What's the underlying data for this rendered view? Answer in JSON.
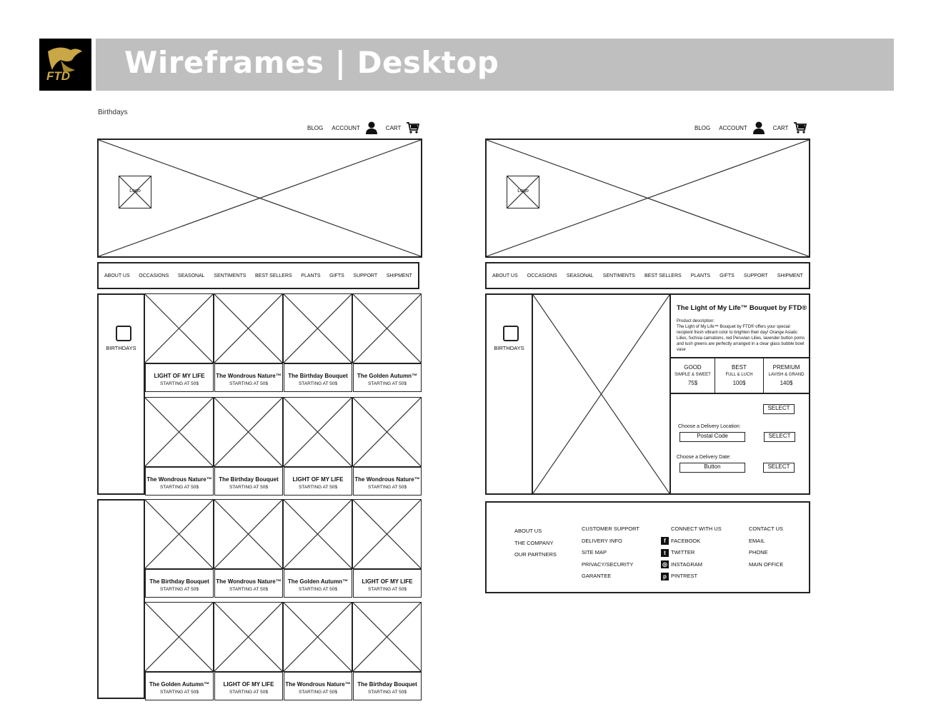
{
  "header": {
    "title": "Wireframes | Desktop",
    "brand": "FTD"
  },
  "left": {
    "breadcrumb": "Birthdays",
    "topnav": {
      "blog": "BLOG",
      "account": "ACCOUNT",
      "cart": "CART"
    },
    "hero_logo": "Logo",
    "menu": [
      "ABOUT US",
      "OCCASIONS",
      "SEASONAL",
      "SENTIMENTS",
      "BEST SELLERS",
      "PLANTS",
      "GIFTS",
      "SUPPORT",
      "SHIPMENT"
    ],
    "category_label": "BIRTHDAYS",
    "products": [
      {
        "name": "LIGHT OF MY LIFE",
        "price": "STARTING AT 50$"
      },
      {
        "name": "The Wondrous Nature™",
        "price": "STARTING AT 50$"
      },
      {
        "name": "The Birthday Bouquet",
        "price": "STARTING AT 50$"
      },
      {
        "name": "The Golden Autumn™",
        "price": "STARTING AT 50$"
      },
      {
        "name": "The Wondrous Nature™",
        "price": "STARTING AT 50$"
      },
      {
        "name": "The Birthday Bouquet",
        "price": "STARTING AT 50$"
      },
      {
        "name": "LIGHT OF MY LIFE",
        "price": "STARTING AT 50$"
      },
      {
        "name": "The Wondrous Nature™",
        "price": "STARTING AT 50$"
      },
      {
        "name": "The Birthday Bouquet",
        "price": "STARTING AT 50$"
      },
      {
        "name": "The Wondrous Nature™",
        "price": "STARTING AT 50$"
      },
      {
        "name": "The Golden Autumn™",
        "price": "STARTING AT 50$"
      },
      {
        "name": "LIGHT OF MY LIFE",
        "price": "STARTING AT 50$"
      },
      {
        "name": "The Golden Autumn™",
        "price": "STARTING AT 50$"
      },
      {
        "name": "LIGHT OF MY LIFE",
        "price": "STARTING AT 50$"
      },
      {
        "name": "The Wondrous Nature™",
        "price": "STARTING AT 50$"
      },
      {
        "name": "The Birthday Bouquet",
        "price": "STARTING AT 50$"
      }
    ]
  },
  "right": {
    "topnav": {
      "blog": "BLOG",
      "account": "ACCOUNT",
      "cart": "CART"
    },
    "hero_logo": "Logo",
    "menu": [
      "ABOUT US",
      "OCCASIONS",
      "SEASONAL",
      "SENTIMENTS",
      "BEST SELLERS",
      "PLANTS",
      "GIFTS",
      "SUPPORT",
      "SHIPMENT"
    ],
    "category_label": "BIRTHDAYS",
    "product": {
      "title": "The Light of My Life™ Bouquet by FTD®",
      "desc_label": "Product description:",
      "description": "The Light of My Life™ Bouquet by FTD® offers your special recipient fresh vibrant color to brighten their day! Orange Asiatic Lilies, fuchsia carnations, red Peruvian Lilies, lavender button poms and lush greens are perfectly arranged in a clear glass bubble bowl vase"
    },
    "tiers": [
      {
        "name": "GOOD",
        "sub": "SIMPLE & SWEET",
        "price": "75$"
      },
      {
        "name": "BEST",
        "sub": "FULL & LUCH",
        "price": "100$"
      },
      {
        "name": "PREMIUM",
        "sub": "LAVISH & GRAND",
        "price": "140$"
      }
    ],
    "select_label": "SELECT",
    "delivery_location_label": "Choose a Delivery Location:",
    "postal_placeholder": "Postal Code",
    "delivery_date_label": "Choose a Delivery Date:",
    "date_button": "Button",
    "footer": {
      "col1": [
        "ABOUT US",
        "THE COMPANY",
        "OUR PARTNERS"
      ],
      "col2": [
        "CUSTOMER SUPPORT",
        "DELIVERY INFO",
        "SITE MAP",
        "PRIVACY/SECURITY",
        "GARANTEE"
      ],
      "col3_title": "CONNECT WITH US",
      "social": [
        {
          "icon": "facebook-icon",
          "label": "FACEBOOK"
        },
        {
          "icon": "twitter-icon",
          "label": "TWITTER"
        },
        {
          "icon": "instagram-icon",
          "label": "INSTAGRAM"
        },
        {
          "icon": "pinterest-icon",
          "label": "PINTREST"
        }
      ],
      "col4": [
        "CONTACT US",
        "EMAIL",
        "PHONE",
        "MAIN OFFICE"
      ]
    }
  }
}
